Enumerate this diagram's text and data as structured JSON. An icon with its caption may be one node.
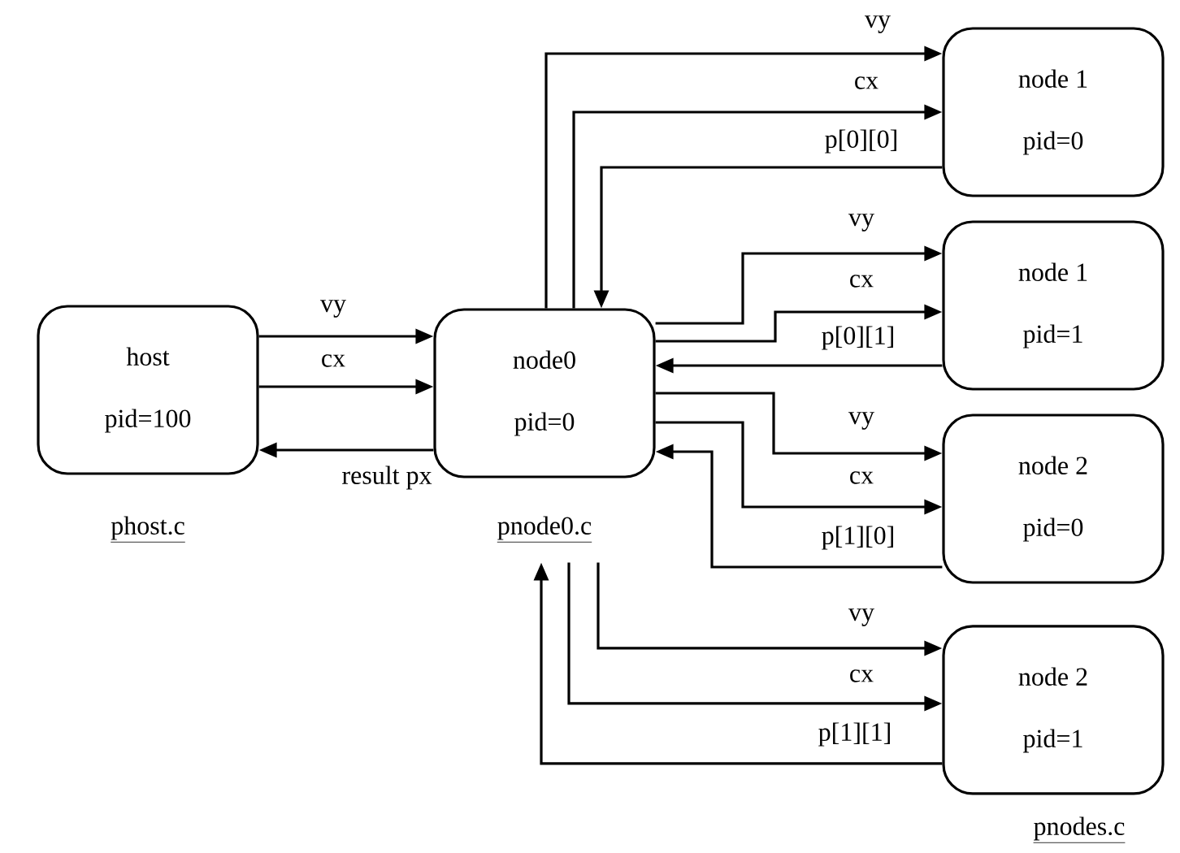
{
  "diagram": {
    "nodes": [
      {
        "text": [
          "host",
          "pid=100"
        ],
        "beside": [
          "phost.c"
        ]
      },
      {
        "text": [
          "node0",
          "pid=0"
        ],
        "beside": [
          "pnode0.c"
        ]
      },
      {
        "text": [
          "node 1",
          "pid=0"
        ]
      },
      {
        "text": [
          "node 1",
          "pid=1"
        ]
      },
      {
        "text": [
          "node 2",
          "pid=0"
        ]
      },
      {
        "text": [
          "node 2",
          "pid=1"
        ]
      }
    ],
    "edges": [
      {
        "from": 0,
        "to": 1,
        "arrow": "to",
        "label": "vy"
      },
      {
        "from": 0,
        "to": 1,
        "arrow": "to",
        "label": "cx"
      },
      {
        "from": 1,
        "to": 0,
        "arrow": "to",
        "label": "result px"
      },
      {
        "from": 1,
        "to": 2,
        "arrow": "to",
        "label": "vy"
      },
      {
        "from": 1,
        "to": 2,
        "arrow": "to",
        "label": "cx"
      },
      {
        "from": 2,
        "to": 1,
        "arrow": "to",
        "label": "p[0][0]"
      },
      {
        "from": 1,
        "to": 3,
        "arrow": "to",
        "label": "vy"
      },
      {
        "from": 1,
        "to": 3,
        "arrow": "to",
        "label": "cx"
      },
      {
        "from": 3,
        "to": 1,
        "arrow": "to",
        "label": "p[0][1]"
      },
      {
        "from": 1,
        "to": 4,
        "arrow": "to",
        "label": "vy"
      },
      {
        "from": 1,
        "to": 4,
        "arrow": "to",
        "label": "cx"
      },
      {
        "from": 4,
        "to": 1,
        "arrow": "to",
        "label": "p[1][0]"
      },
      {
        "from": 1,
        "to": 5,
        "arrow": "to",
        "label": "vy"
      },
      {
        "from": 1,
        "to": 5,
        "arrow": "to",
        "label": "cx"
      },
      {
        "from": 5,
        "to": 1,
        "arrow": "to",
        "label": "p[1][1]"
      }
    ],
    "labels": [
      "pnodes.c"
    ]
  }
}
